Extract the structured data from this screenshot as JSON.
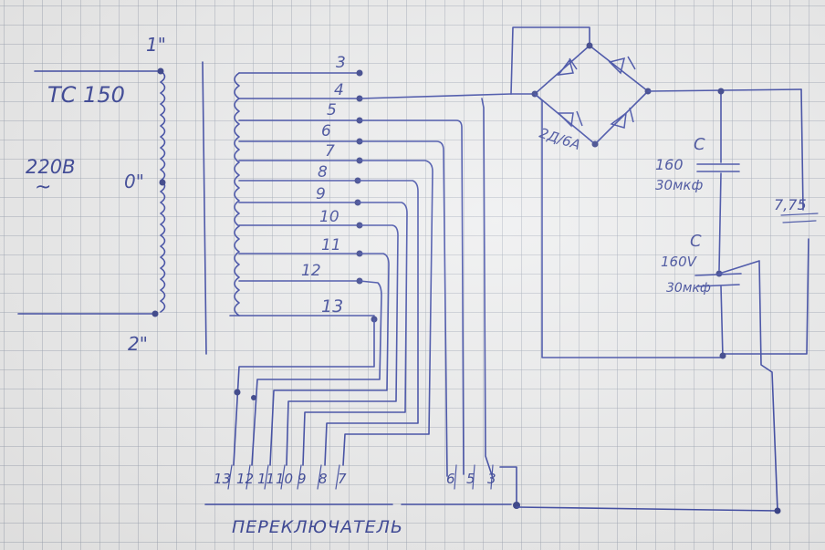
{
  "transformer": {
    "model": "ТС 150",
    "primary_voltage": "220В",
    "ac_symbol": "~",
    "terminal_top": "1\"",
    "terminal_mid": "0\"",
    "terminal_bottom": "2\""
  },
  "taps": [
    "3",
    "4",
    "5",
    "6",
    "7",
    "8",
    "9",
    "10",
    "11",
    "12",
    "13"
  ],
  "switch": {
    "title": "ПЕРЕКЛЮЧАТЕЛЬ",
    "contacts_left": [
      "13",
      "12",
      "11",
      "10",
      "9",
      "8",
      "7"
    ],
    "contacts_right": [
      "6",
      "5",
      "3"
    ]
  },
  "rectifier": {
    "diode_label": "2Д/6А"
  },
  "capacitors": [
    {
      "symbol": "C",
      "voltage": "160",
      "capacitance": "30мкф"
    },
    {
      "symbol": "C",
      "voltage": "160V",
      "capacitance": "30мкф"
    }
  ],
  "load_label": "7,75",
  "colors": {
    "ink": "#2c3a9e",
    "paper": "#ecedee",
    "grid": "#96a0af"
  }
}
